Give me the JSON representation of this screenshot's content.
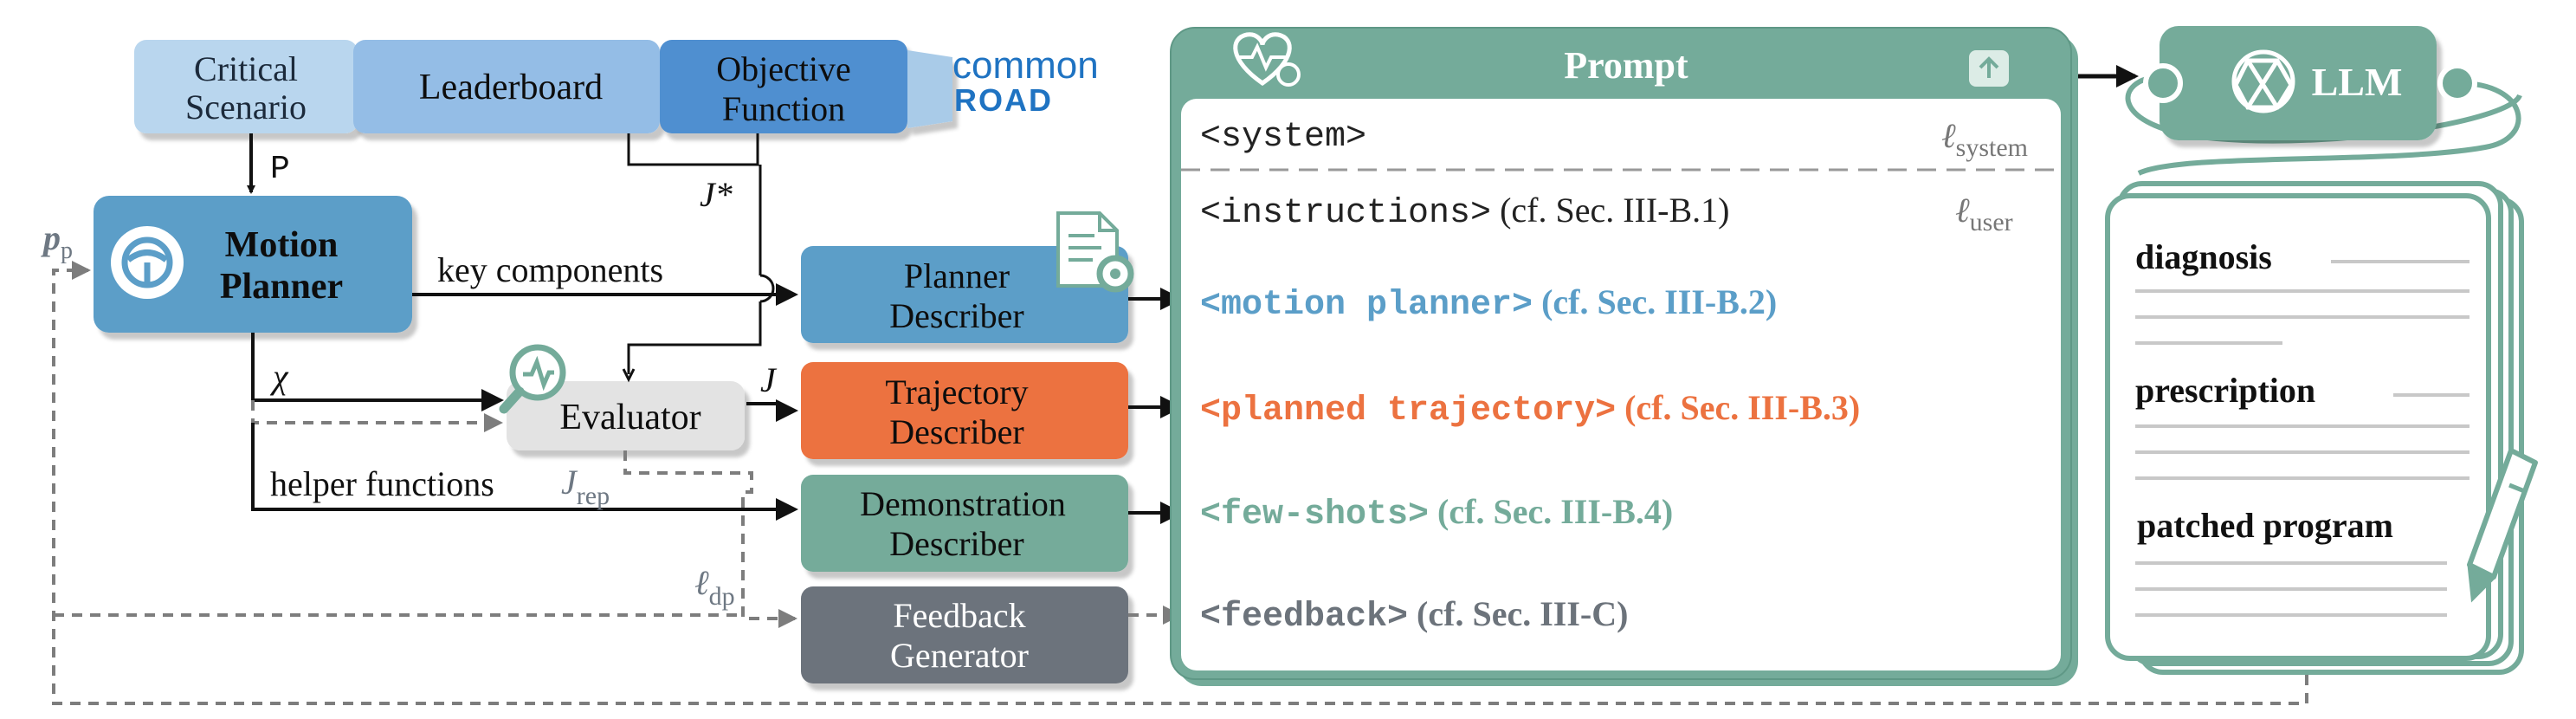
{
  "colors": {
    "light_blue": "#b9d6ee",
    "mid_blue": "#94bde6",
    "strong_blue": "#4f8fd0",
    "planner_blue": "#5b9ec8",
    "orange": "#ec7240",
    "teal": "#74ab9a",
    "slate": "#6c737b",
    "evaluator_grey": "#e3e3e3",
    "commonroad_blue": "#1f73c2"
  },
  "inputs": {
    "critical_scenario": [
      "Critical",
      "Scenario"
    ],
    "leaderboard": "Leaderboard",
    "objective_function": [
      "Objective",
      "Function"
    ]
  },
  "commonroad": {
    "line1": "common",
    "line2": "ROAD"
  },
  "motion_planner": [
    "Motion",
    "Planner"
  ],
  "evaluator": "Evaluator",
  "describers": {
    "planner": [
      "Planner",
      "Describer"
    ],
    "trajectory": [
      "Trajectory",
      "Describer"
    ],
    "demonstration": [
      "Demonstration",
      "Describer"
    ],
    "feedback": [
      "Feedback",
      "Generator"
    ]
  },
  "edge_labels": {
    "P": "P",
    "J_star": "J*",
    "key_components": "key components",
    "chi": "χ",
    "J": "J",
    "helper_functions": "helper functions",
    "J_rep_base": "J",
    "J_rep_sub": "rep",
    "l_dp_base": "ℓ",
    "l_dp_sub": "dp",
    "p_p_base": "p",
    "p_p_sub": "p"
  },
  "prompt": {
    "title": "Prompt",
    "system_tag": "<system>",
    "system_label_base": "ℓ",
    "system_label_sub": "system",
    "instructions_tag": "<instructions>",
    "instructions_ref": " (cf. Sec. III-B.1)",
    "user_label_base": "ℓ",
    "user_label_sub": "user",
    "motion_planner_tag": "<motion planner>",
    "motion_planner_ref": " (cf. Sec. III-B.2)",
    "trajectory_tag": "<planned trajectory>",
    "trajectory_ref": " (cf. Sec. III-B.3)",
    "fewshots_tag": "<few-shots>",
    "fewshots_ref": " (cf. Sec. III-B.4)",
    "feedback_tag": "<feedback>",
    "feedback_ref": " (cf. Sec. III-C)"
  },
  "llm": {
    "label": "LLM"
  },
  "response": {
    "diagnosis": "diagnosis",
    "prescription": "prescription",
    "patched_program": "patched program"
  },
  "icons": [
    "heart-pulse-icon",
    "upload-arrow-icon",
    "openai-logo-icon",
    "steering-wheel-icon",
    "magnifier-chart-icon",
    "document-gear-icon",
    "pen-icon"
  ]
}
